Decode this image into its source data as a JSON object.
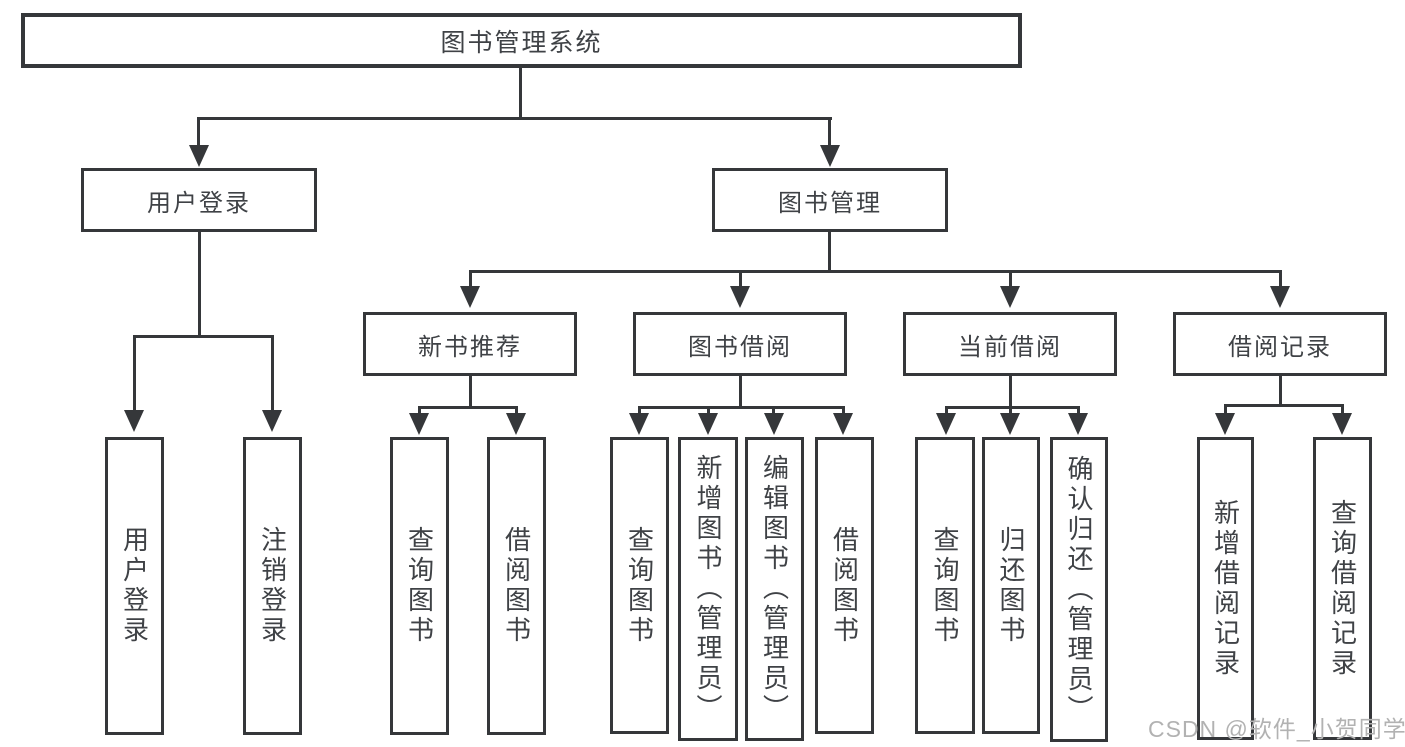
{
  "diagram_type": "hierarchy-tree",
  "colors": {
    "line": "#35373a",
    "text": "#3f4246",
    "background": "#ffffff",
    "watermark": "#b2b2b2"
  },
  "watermark": "CSDN @软件_小贺同学",
  "tree": {
    "label": "图书管理系统",
    "children": [
      {
        "label": "用户登录",
        "children": [
          {
            "label": "用户登录"
          },
          {
            "label": "注销登录"
          }
        ]
      },
      {
        "label": "图书管理",
        "children": [
          {
            "label": "新书推荐",
            "children": [
              {
                "label": "查询图书"
              },
              {
                "label": "借阅图书"
              }
            ]
          },
          {
            "label": "图书借阅",
            "children": [
              {
                "label": "查询图书"
              },
              {
                "label": "新增图书（管理员）"
              },
              {
                "label": "编辑图书（管理员）"
              },
              {
                "label": "借阅图书"
              }
            ]
          },
          {
            "label": "当前借阅",
            "children": [
              {
                "label": "查询图书"
              },
              {
                "label": "归还图书"
              },
              {
                "label": "确认归还（管理员）"
              }
            ]
          },
          {
            "label": "借阅记录",
            "children": [
              {
                "label": "新增借阅记录"
              },
              {
                "label": "查询借阅记录"
              }
            ]
          }
        ]
      }
    ]
  }
}
